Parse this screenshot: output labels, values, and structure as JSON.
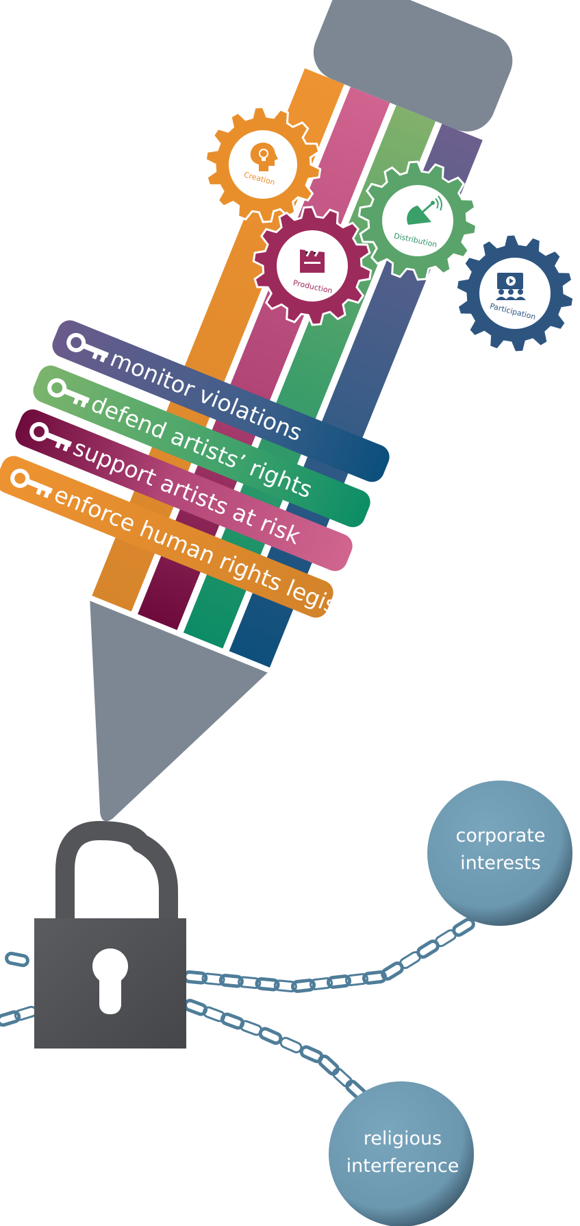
{
  "gears": {
    "creation": {
      "label": "Creation",
      "color": "#e88f2c",
      "icon": "head-lightbulb-icon"
    },
    "production": {
      "label": "Production",
      "color": "#9c2a5b",
      "icon": "clapperboard-icon"
    },
    "distribution": {
      "label": "Distribution",
      "color": "#5aa36a",
      "icon": "satellite-dish-icon"
    },
    "participation": {
      "label": "Participation",
      "color": "#2d5580",
      "icon": "audience-screen-icon"
    }
  },
  "ribbons": [
    {
      "label": "monitor violations",
      "icon": "key-icon"
    },
    {
      "label": "defend artists’ rights",
      "icon": "key-icon"
    },
    {
      "label": "support artists at risk",
      "icon": "key-icon"
    },
    {
      "label": "enforce human rights legislation",
      "icon": "key-icon"
    }
  ],
  "balls": {
    "corporate": {
      "line1": "corporate",
      "line2": "interests"
    },
    "religious": {
      "line1": "religious",
      "line2": "interference"
    }
  },
  "colors": {
    "orange": "#e88f2c",
    "pink": "#c8588a",
    "green": "#7bb06b",
    "purple": "#6a6391",
    "gray": "#7d8793",
    "lock": "#525457",
    "chain": "#4f7d99",
    "ball": "#6f9bb3"
  }
}
